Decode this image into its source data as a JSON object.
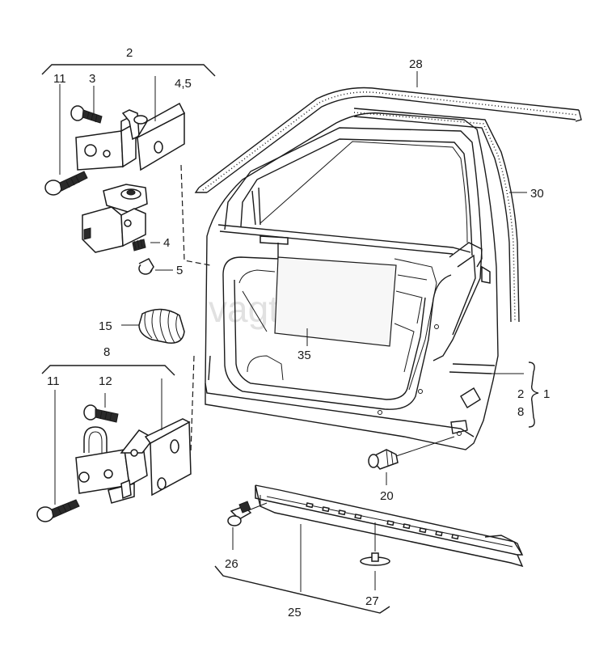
{
  "diagram": {
    "watermark": "vagtec.ru",
    "accent_color": "#1a1a1a",
    "callouts": {
      "c2_top": "2",
      "c11_top": "11",
      "c3": "3",
      "c45": "4,5",
      "c4": "4",
      "c5": "5",
      "c28": "28",
      "c30": "30",
      "c15": "15",
      "c8_group": "8",
      "c11_bottom": "11",
      "c12": "12",
      "c35": "35",
      "c2_right": "2",
      "c8_right": "8",
      "c1": "1",
      "c20": "20",
      "c26": "26",
      "c25": "25",
      "c27": "27"
    }
  }
}
